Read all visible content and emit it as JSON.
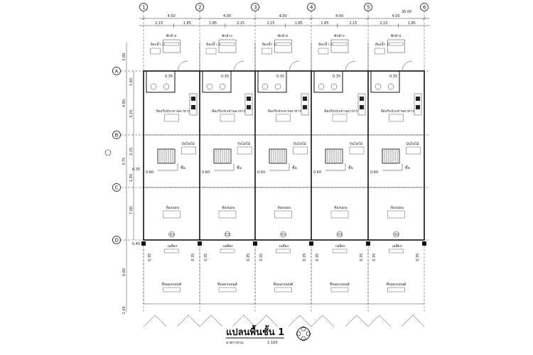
{
  "plan": {
    "title": "แปลนพื้นชั้น 1",
    "subtitle": "มาตราส่วน",
    "scale": "1:100",
    "north_symbol": "north-arrow-icon"
  },
  "grid": {
    "columns": [
      "1",
      "2",
      "3",
      "4",
      "5",
      "6"
    ],
    "rows": [
      "A",
      "B",
      "C",
      "D"
    ]
  },
  "dimensions": {
    "top_bays": [
      "4.00",
      "4.00",
      "4.00",
      "4.00",
      "4.00"
    ],
    "top_sub": [
      "2.15",
      "1.85",
      "1.85",
      "2.15",
      "2.15",
      "1.85",
      "1.85",
      "2.15",
      "2.15",
      "1.85"
    ],
    "overall": "36.00",
    "left_primary": [
      "3.00",
      "4.80",
      "3.75",
      "6.00",
      "2.00"
    ],
    "left_secondary": [
      "1.60",
      "3.20",
      "2.25",
      "1.40"
    ],
    "left_small": "0.35",
    "slab_edge": "0.40",
    "mid_side": "7.00"
  },
  "rooms": {
    "balcony": "ซักล้าง",
    "bath": "ห้องน้ำ 1",
    "kitchen": "ห้องรับประทานอาหาร",
    "stairs": "บันไดไม้",
    "living": "ห้องนอน",
    "porch": "เฉลียง",
    "parking": "ที่จอดรถยนต์"
  },
  "labels": {
    "up": "ขึ้น",
    "step": "0.60",
    "door": "0.35",
    "tag": "D1",
    "post": "0.35"
  }
}
